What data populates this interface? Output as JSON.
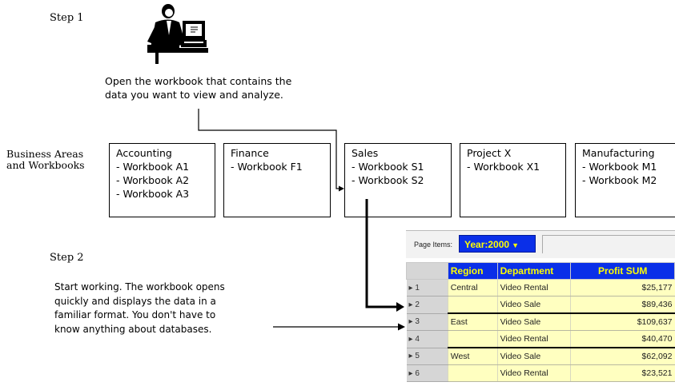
{
  "step1": {
    "label": "Step 1",
    "instruction": [
      "Open the workbook that contains the",
      "data you want to view and analyze."
    ]
  },
  "step2": {
    "label": "Step 2",
    "instruction": [
      "Start working. The workbook opens",
      "quickly and displays the data in a",
      "familiar format. You don't have to",
      "know anything about databases."
    ]
  },
  "business_areas_label": [
    "Business Areas",
    "and Workbooks"
  ],
  "business_areas": [
    {
      "name": "Accounting",
      "workbooks": [
        "- Workbook A1",
        "- Workbook A2",
        "- Workbook A3"
      ]
    },
    {
      "name": "Finance",
      "workbooks": [
        "- Workbook F1"
      ]
    },
    {
      "name": "Sales",
      "workbooks": [
        "- Workbook S1",
        "- Workbook S2"
      ]
    },
    {
      "name": "Project X",
      "workbooks": [
        "- Workbook X1"
      ]
    },
    {
      "name": "Manufacturing",
      "workbooks": [
        "- Workbook M1",
        "- Workbook M2"
      ]
    }
  ],
  "icons": {
    "person": "person-at-computer-icon"
  },
  "worksheet": {
    "page_items_label": "Page Items:",
    "page_item_value": "Year:2000",
    "columns": [
      "Region",
      "Department",
      "Profit SUM"
    ],
    "rows": [
      {
        "n": "1",
        "region": "Central",
        "department": "Video Rental",
        "profit": "$25,177"
      },
      {
        "n": "2",
        "region": "",
        "department": "Video Sale",
        "profit": "$89,436"
      },
      {
        "n": "3",
        "region": "East",
        "department": "Video Sale",
        "profit": "$109,637"
      },
      {
        "n": "4",
        "region": "",
        "department": "Video Rental",
        "profit": "$40,470"
      },
      {
        "n": "5",
        "region": "West",
        "department": "Video Sale",
        "profit": "$62,092"
      },
      {
        "n": "6",
        "region": "",
        "department": "Video Rental",
        "profit": "$23,521"
      }
    ],
    "colors": {
      "header_bg": "#0a2fe8",
      "header_text": "#ffff00",
      "cell_bg": "#ffffc0"
    }
  }
}
